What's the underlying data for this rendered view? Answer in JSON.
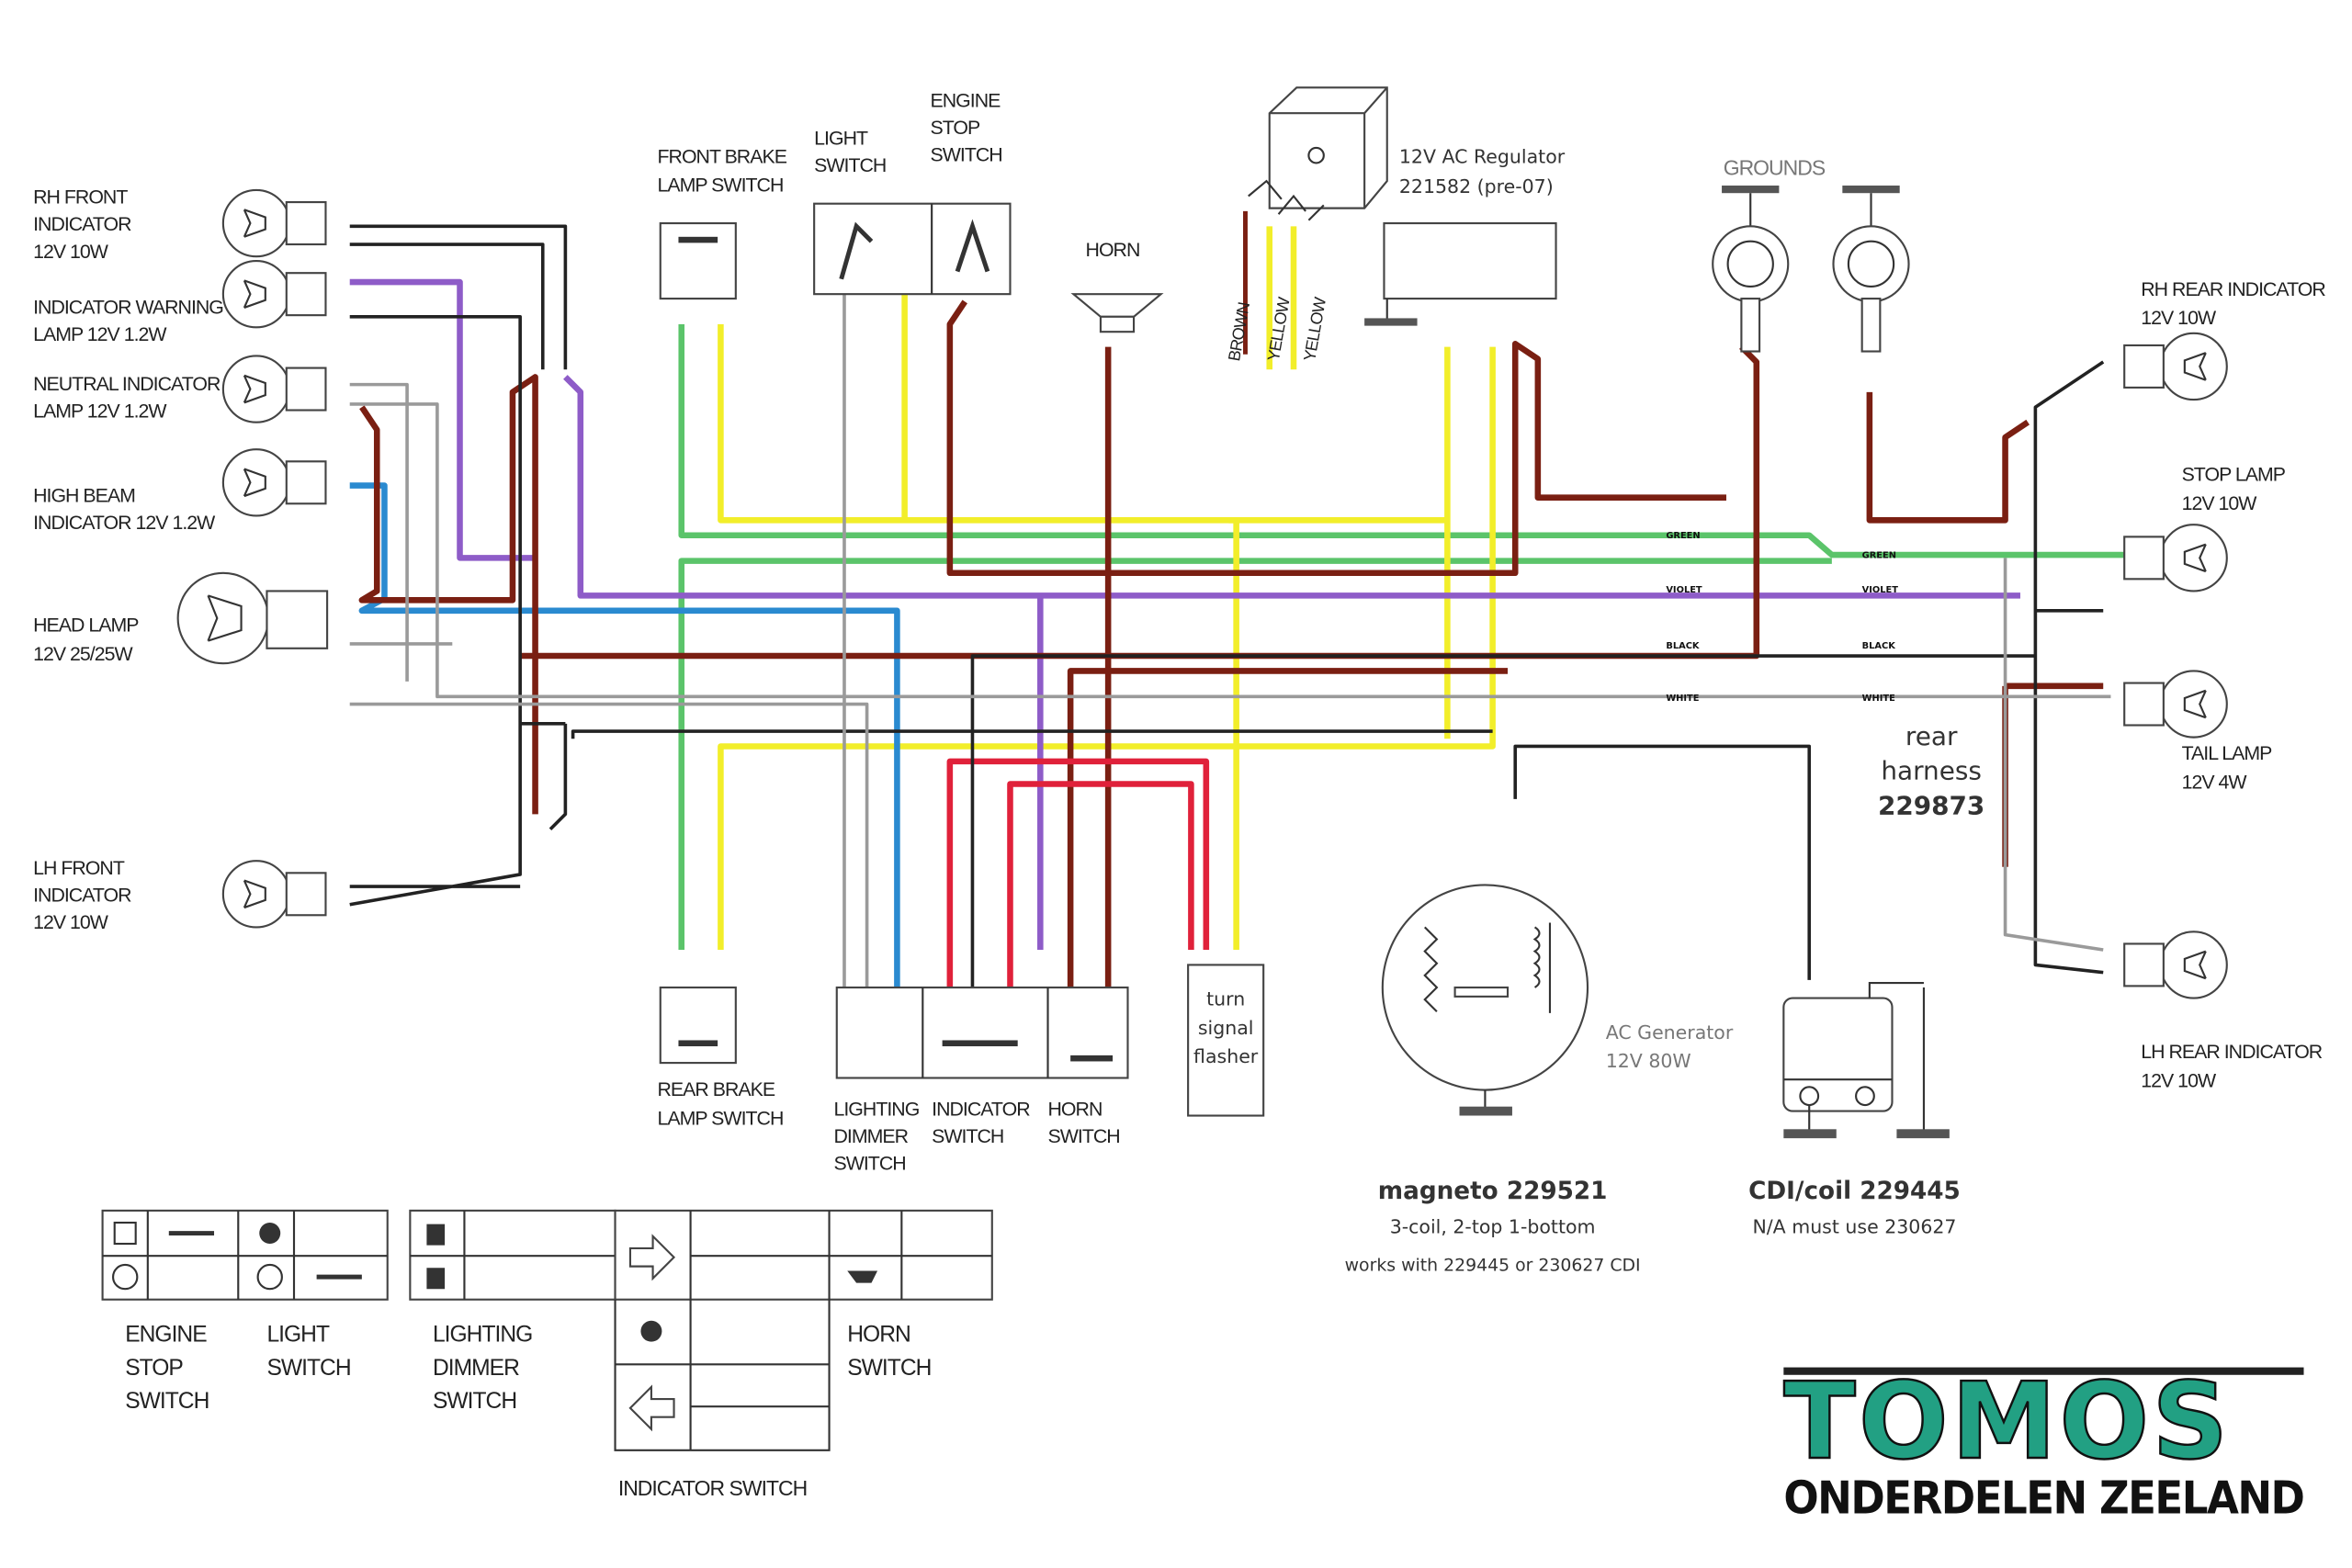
{
  "colors": {
    "black": "#222222",
    "brown": "#7a1f12",
    "red": "#e0213a",
    "yellow": "#f2ee2a",
    "green": "#5bc46a",
    "violet": "#8e5cc8",
    "blue": "#2a8ad0",
    "white": "#9a9a9a",
    "logo_teal": "#22a083"
  },
  "front_lamps": [
    {
      "lines": [
        "RH FRONT",
        "INDICATOR",
        "12V 10W"
      ]
    },
    {
      "lines": [
        "INDICATOR WARNING",
        "LAMP 12V 1.2W"
      ]
    },
    {
      "lines": [
        "NEUTRAL INDICATOR",
        "LAMP 12V 1.2W"
      ]
    },
    {
      "lines": [
        "HIGH BEAM",
        "INDICATOR 12V 1.2W"
      ]
    },
    {
      "lines": [
        "HEAD LAMP",
        "12V 25/25W"
      ]
    },
    {
      "lines": [
        "LH FRONT",
        "INDICATOR",
        "12V 10W"
      ]
    }
  ],
  "switches": {
    "front_brake": [
      "FRONT BRAKE",
      "LAMP SWITCH"
    ],
    "light": [
      "LIGHT",
      "SWITCH"
    ],
    "engine_stop": [
      "ENGINE",
      "STOP",
      "SWITCH"
    ],
    "horn": "HORN",
    "rear_brake": [
      "REAR BRAKE",
      "LAMP SWITCH"
    ],
    "lighting_dimmer": [
      "LIGHTING",
      "DIMMER",
      "SWITCH"
    ],
    "indicator": [
      "INDICATOR",
      "SWITCH"
    ],
    "horn_switch": [
      "HORN",
      "SWITCH"
    ]
  },
  "regulator": {
    "lines": [
      "12V AC Regulator",
      "221582 (pre-07)"
    ],
    "wires": [
      "BROWN",
      "YELLOW",
      "YELLOW"
    ]
  },
  "grounds": "GROUNDS",
  "rear_lamps": [
    {
      "lines": [
        "RH REAR INDICATOR",
        "12V 10W"
      ]
    },
    {
      "lines": [
        "STOP LAMP",
        "12V 10W"
      ]
    },
    {
      "lines": [
        "TAIL LAMP",
        "12V 4W"
      ]
    },
    {
      "lines": [
        "LH REAR INDICATOR",
        "12V 10W"
      ]
    }
  ],
  "rear_harness": [
    "rear",
    "harness",
    "229873"
  ],
  "flasher": [
    "turn",
    "signal",
    "flasher"
  ],
  "generator": [
    "AC Generator",
    "12V 80W"
  ],
  "magneto": [
    "magneto 229521",
    "3-coil, 2-top 1-bottom",
    "works with 229445 or 230627 CDI"
  ],
  "cdi": [
    "CDI/coil 229445",
    "N/A must use 230627"
  ],
  "wire_tags": {
    "green": "GREEN",
    "violet": "VIOLET",
    "black": "BLACK",
    "white": "WHITE"
  },
  "legend": {
    "engine_stop": [
      "ENGINE",
      "STOP",
      "SWITCH"
    ],
    "light": [
      "LIGHT",
      "SWITCH"
    ],
    "lighting_dimmer": [
      "LIGHTING",
      "DIMMER",
      "SWITCH"
    ],
    "horn": [
      "HORN",
      "SWITCH"
    ],
    "indicator": "INDICATOR SWITCH"
  },
  "logo": {
    "top": "TOMOS",
    "bottom": "ONDERDELEN ZEELAND"
  }
}
